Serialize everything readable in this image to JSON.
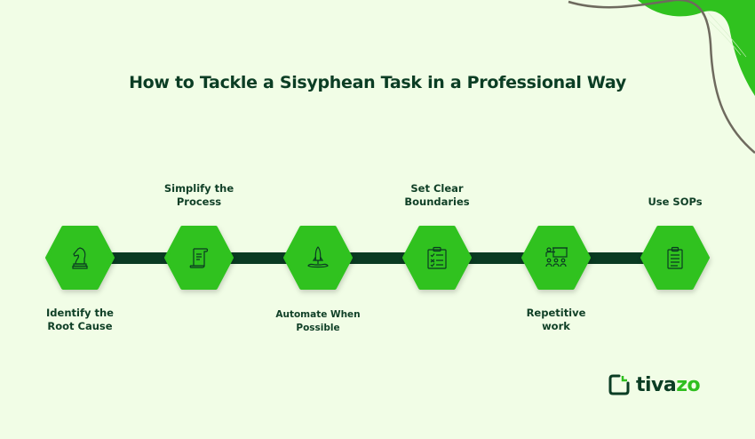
{
  "title": "How to Tackle a Sisyphean Task in a Professional Way",
  "colors": {
    "background": "#f1fde6",
    "hexagon": "#30c21f",
    "connector": "#0a3a22",
    "text": "#0b3d24",
    "accent": "#2fbf1f"
  },
  "steps": [
    {
      "label_line1": "Identify the",
      "label_line2": "Root Cause",
      "position": "bottom",
      "icon": "chess-knight-icon"
    },
    {
      "label_line1": "Simplify the",
      "label_line2": "Process",
      "position": "top",
      "icon": "scroll-document-icon"
    },
    {
      "label_line1": "Automate When",
      "label_line2": "Possible",
      "position": "bottom",
      "icon": "rocket-launch-icon"
    },
    {
      "label_line1": "Set Clear",
      "label_line2": "Boundaries",
      "position": "top",
      "icon": "checklist-clipboard-icon"
    },
    {
      "label_line1": "Repetitive",
      "label_line2": "work",
      "position": "bottom",
      "icon": "presentation-training-icon"
    },
    {
      "label_line1": "Use SOPs",
      "label_line2": "",
      "position": "top",
      "icon": "clipboard-icon"
    }
  ],
  "logo": {
    "text_part1": "tiva",
    "text_part2": "zo"
  }
}
